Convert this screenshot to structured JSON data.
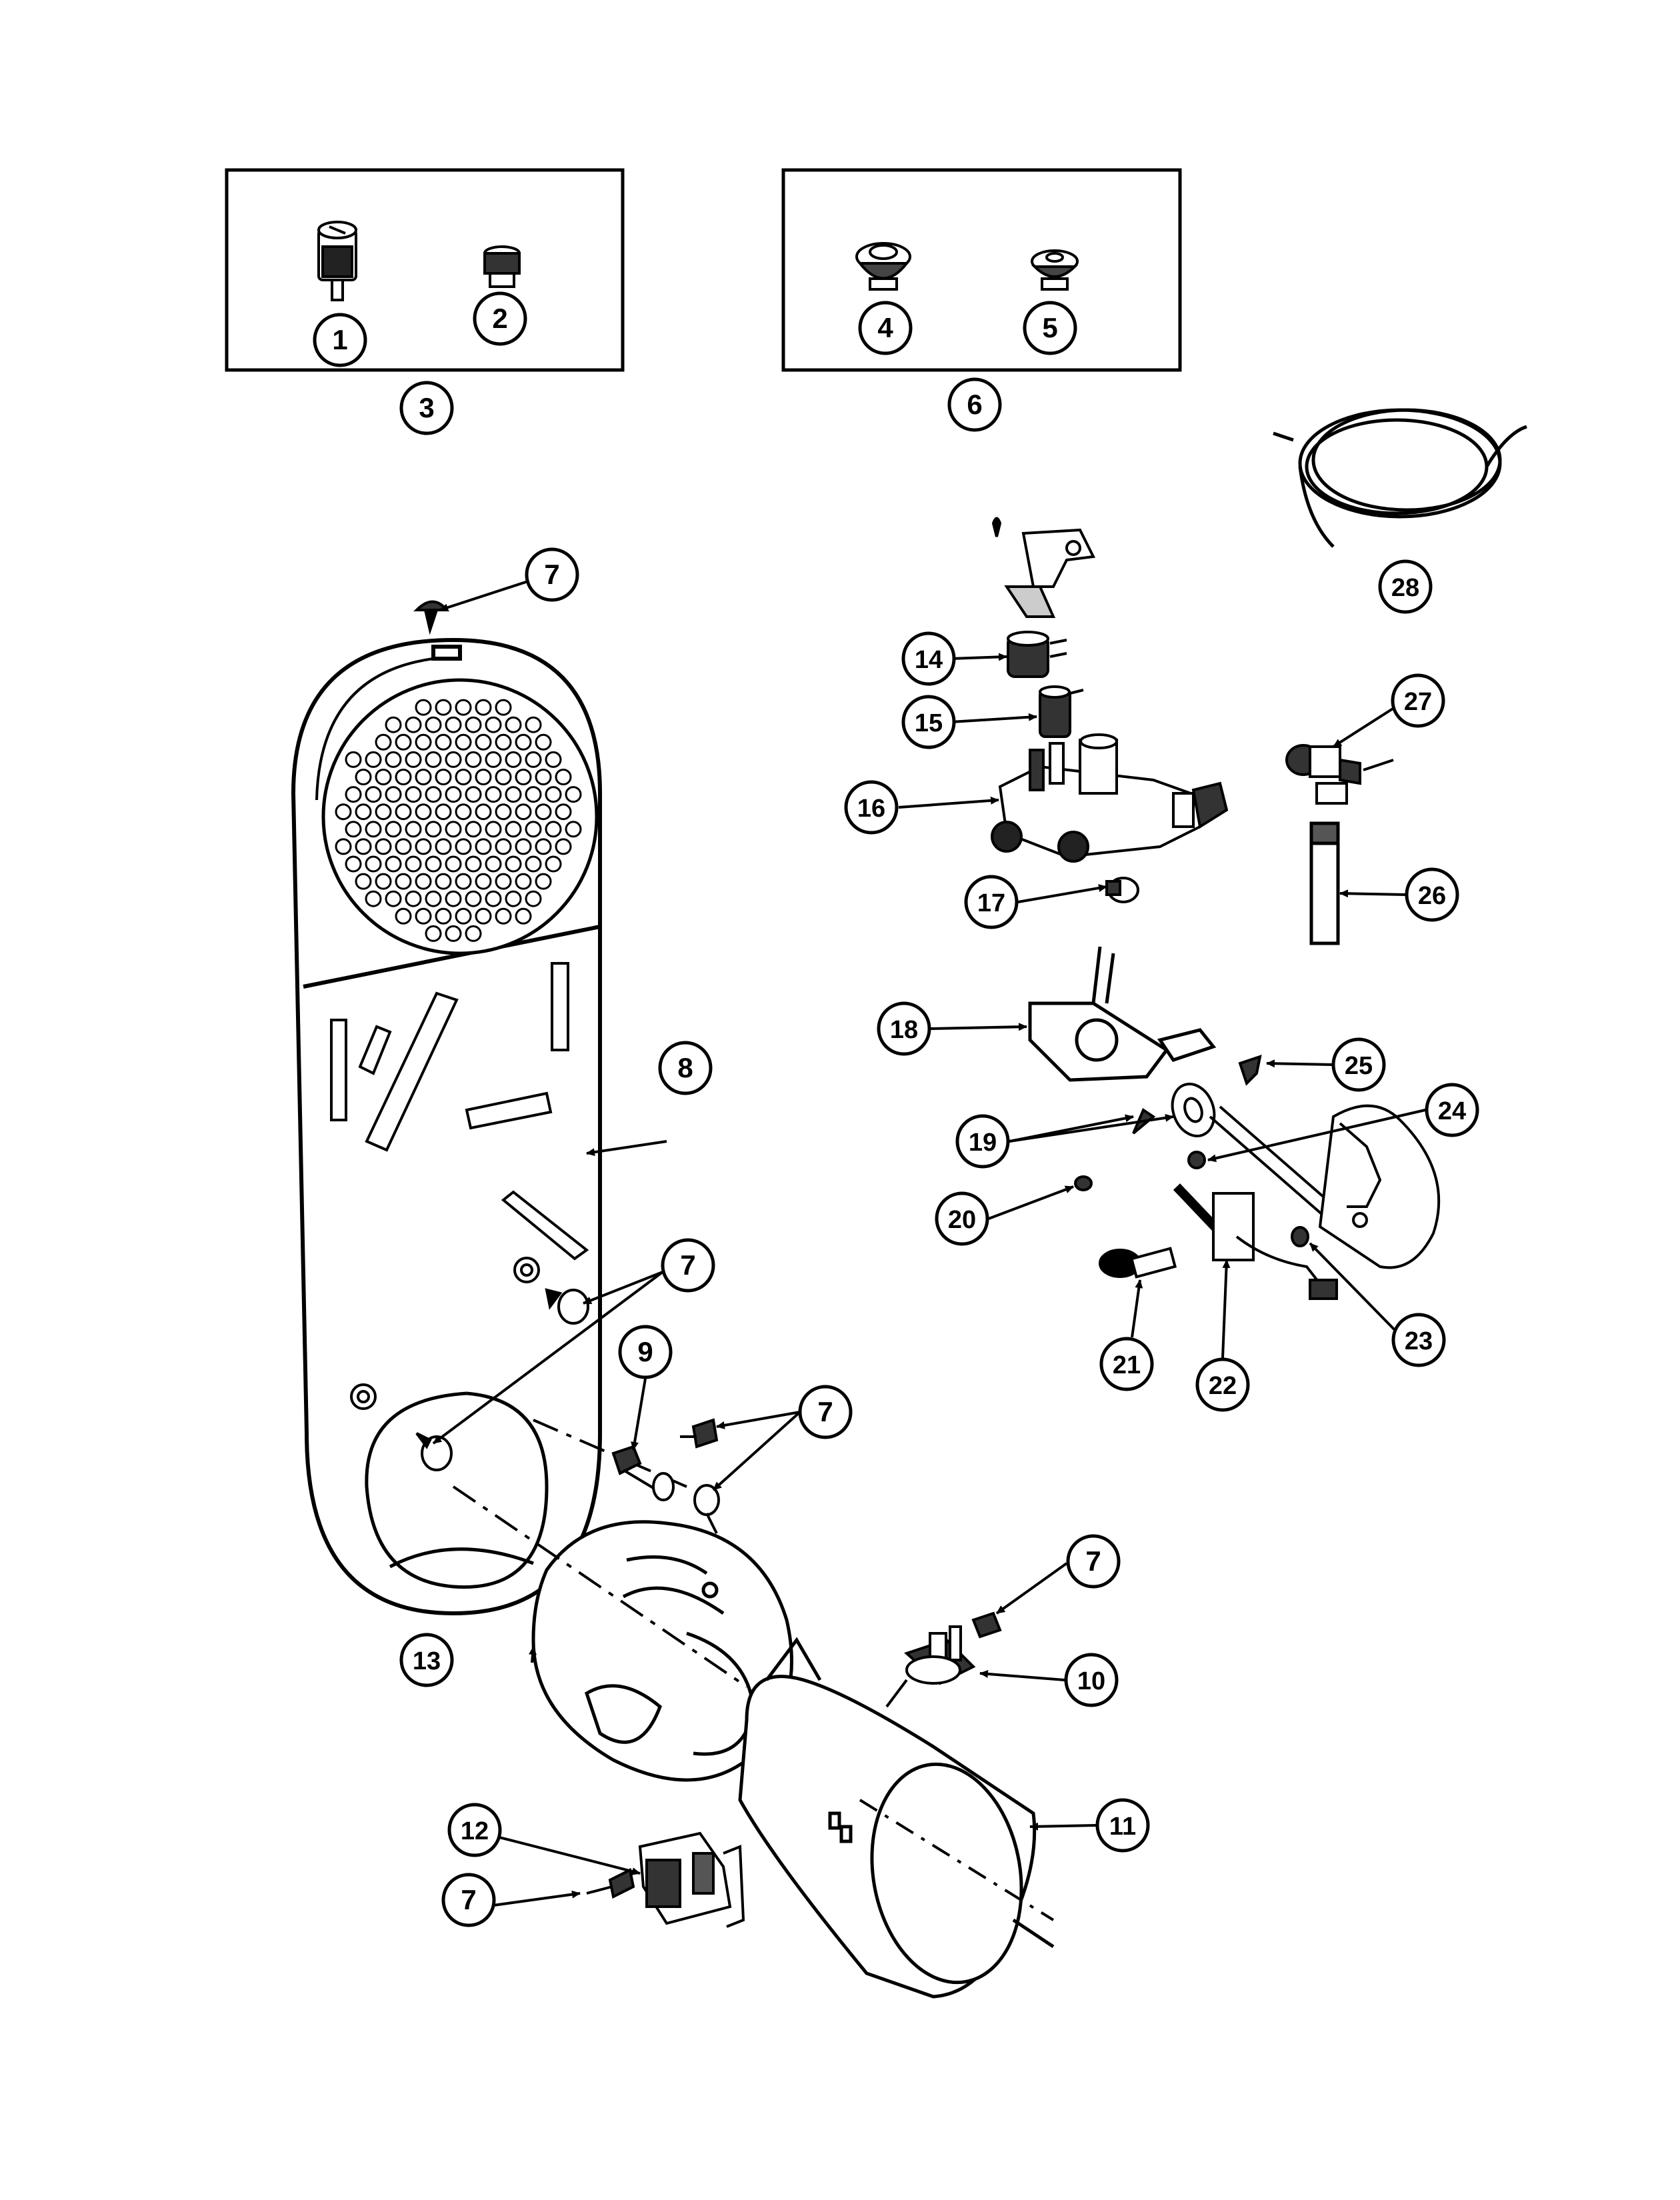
{
  "diagram": {
    "type": "exploded-parts-diagram",
    "callouts": [
      {
        "id": "c1",
        "label": "1"
      },
      {
        "id": "c2",
        "label": "2"
      },
      {
        "id": "c3",
        "label": "3"
      },
      {
        "id": "c4",
        "label": "4"
      },
      {
        "id": "c5",
        "label": "5"
      },
      {
        "id": "c6",
        "label": "6"
      },
      {
        "id": "c7a",
        "label": "7"
      },
      {
        "id": "c8",
        "label": "8"
      },
      {
        "id": "c7b",
        "label": "7"
      },
      {
        "id": "c9",
        "label": "9"
      },
      {
        "id": "c7c",
        "label": "7"
      },
      {
        "id": "c7d",
        "label": "7"
      },
      {
        "id": "c10",
        "label": "10"
      },
      {
        "id": "c11",
        "label": "11"
      },
      {
        "id": "c12",
        "label": "12"
      },
      {
        "id": "c7e",
        "label": "7"
      },
      {
        "id": "c13",
        "label": "13"
      },
      {
        "id": "c14",
        "label": "14"
      },
      {
        "id": "c15",
        "label": "15"
      },
      {
        "id": "c16",
        "label": "16"
      },
      {
        "id": "c17",
        "label": "17"
      },
      {
        "id": "c18",
        "label": "18"
      },
      {
        "id": "c19",
        "label": "19"
      },
      {
        "id": "c20",
        "label": "20"
      },
      {
        "id": "c21",
        "label": "21"
      },
      {
        "id": "c22",
        "label": "22"
      },
      {
        "id": "c23",
        "label": "23"
      },
      {
        "id": "c24",
        "label": "24"
      },
      {
        "id": "c25",
        "label": "25"
      },
      {
        "id": "c26",
        "label": "26"
      },
      {
        "id": "c27",
        "label": "27"
      },
      {
        "id": "c28",
        "label": "28"
      }
    ]
  }
}
